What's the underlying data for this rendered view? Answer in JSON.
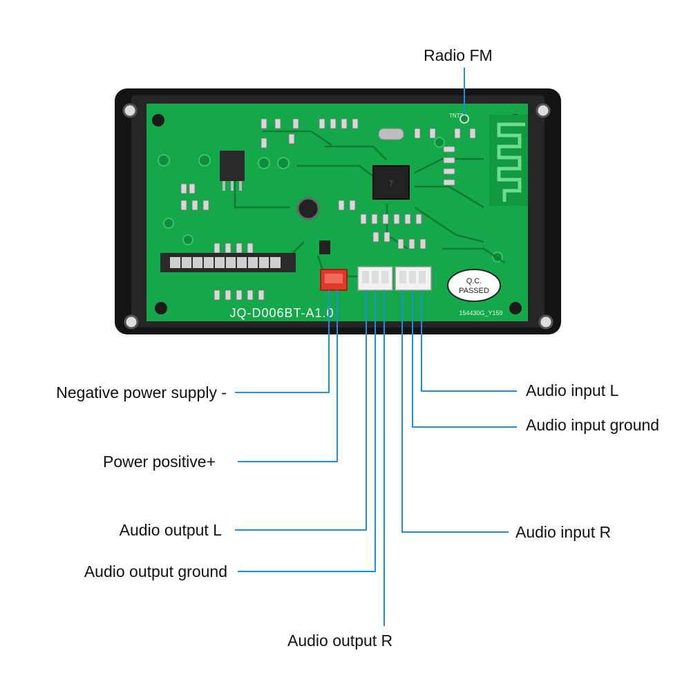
{
  "board": {
    "model": "JQ-D006BT-A1.0",
    "qc_line1": "Q.C.",
    "qc_line2": "PASSED",
    "serial": "154430G_Y159",
    "antenna_tag": "TNT2"
  },
  "colors": {
    "pcb": "#14a84a",
    "pcb_dark": "#0d7a33",
    "frame": "#111111",
    "leader": "#1e8fe0",
    "connector_red": "#e0382b",
    "connector_white": "#f2f2f2"
  },
  "labels": {
    "radio_fm": "Radio FM",
    "neg_power": "Negative power supply -",
    "pos_power": "Power positive+",
    "audio_out_l": "Audio output L",
    "audio_out_gnd": "Audio output ground",
    "audio_out_r": "Audio output R",
    "audio_in_l": "Audio input L",
    "audio_in_gnd": "Audio input ground",
    "audio_in_r": "Audio input R"
  }
}
